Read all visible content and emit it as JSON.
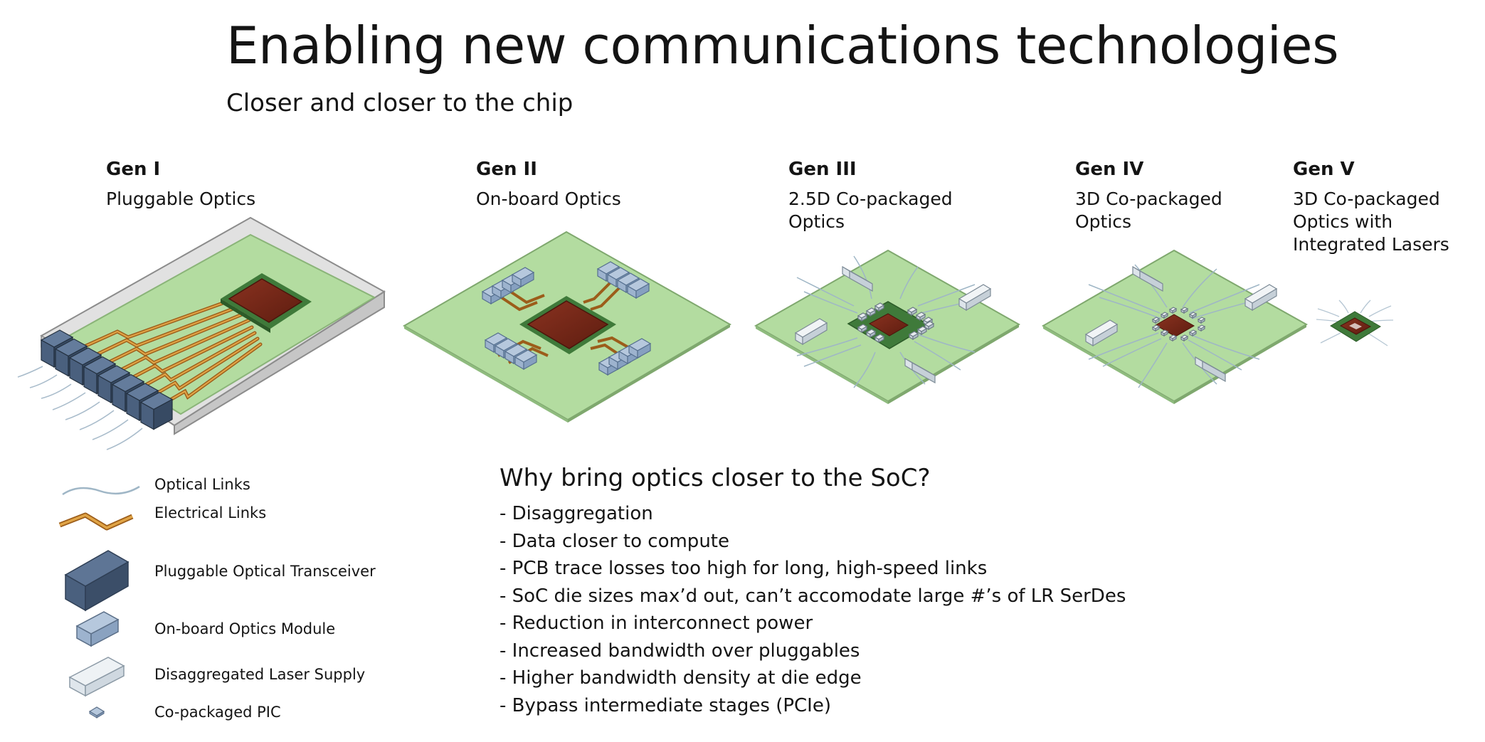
{
  "title": "Enabling new communications technologies",
  "subtitle": "Closer and closer to the chip",
  "generations": [
    {
      "label": "Gen I",
      "desc": [
        "Pluggable Optics"
      ]
    },
    {
      "label": "Gen II",
      "desc": [
        "On-board Optics"
      ]
    },
    {
      "label": "Gen III",
      "desc": [
        "2.5D Co-packaged",
        "Optics"
      ]
    },
    {
      "label": "Gen IV",
      "desc": [
        "3D Co-packaged",
        "Optics"
      ]
    },
    {
      "label": "Gen V",
      "desc": [
        "3D Co-packaged",
        "Optics with",
        "Integrated Lasers"
      ]
    }
  ],
  "legend": [
    {
      "label": "Optical Links",
      "icon": "optical-link-icon"
    },
    {
      "label": "Electrical Links",
      "icon": "electrical-link-icon"
    },
    {
      "label": "Pluggable Optical Transceiver",
      "icon": "pluggable-transceiver-icon"
    },
    {
      "label": "On-board Optics Module",
      "icon": "onboard-optics-module-icon"
    },
    {
      "label": "Disaggregated Laser Supply",
      "icon": "laser-supply-icon"
    },
    {
      "label": "Co-packaged PIC",
      "icon": "copackaged-pic-icon"
    }
  ],
  "why": {
    "title": "Why bring optics closer to the SoC?",
    "items": [
      "- Disaggregation",
      "- Data closer to compute",
      "- PCB trace losses too high for long, high-speed links",
      "- SoC die sizes max’d out, can’t accomodate large #’s of LR SerDes",
      "- Reduction in interconnect power",
      "- Increased bandwidth over pluggables",
      "- Higher bandwidth density at die edge",
      "- Bypass intermediate stages (PCIe)"
    ]
  },
  "colors": {
    "board": "#b3dca0",
    "board_edge": "#7fa86e",
    "chip": "#7d2a1a",
    "chip_rim": "#3f7a3a",
    "trace": "#d08a2c",
    "optical": "#9fb6c6",
    "transceiver": "#4a607e",
    "module": "#9db3ce",
    "laser": "#e3e9ee"
  }
}
